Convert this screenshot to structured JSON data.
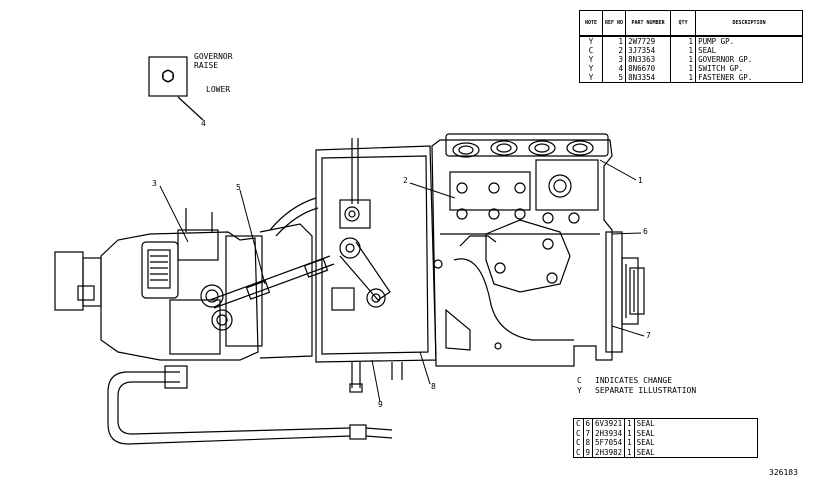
{
  "main_table": {
    "headers": [
      "NOTE",
      "REF NO",
      "PART NUMBER",
      "QTY",
      "DESCRIPTION"
    ],
    "rows": [
      {
        "note": "Y",
        "ref": "1",
        "part": "2W7729",
        "qty": "1",
        "desc": "PUMP GP."
      },
      {
        "note": "C",
        "ref": "2",
        "part": "3J7354",
        "qty": "1",
        "desc": "SEAL"
      },
      {
        "note": "Y",
        "ref": "3",
        "part": "8N3363",
        "qty": "1",
        "desc": "GOVERNOR GP."
      },
      {
        "note": "Y",
        "ref": "4",
        "part": "8N6670",
        "qty": "1",
        "desc": "SWITCH GP."
      },
      {
        "note": "Y",
        "ref": "5",
        "part": "8N3354",
        "qty": "1",
        "desc": "FASTENER GP."
      }
    ]
  },
  "callouts": [
    "1",
    "2",
    "3",
    "4",
    "5",
    "6",
    "7",
    "8",
    "9"
  ],
  "switch_labels": {
    "raise": "GOVERNOR\nRAISE",
    "lower": "LOWER"
  },
  "legend": [
    {
      "code": "C",
      "text": "INDICATES CHANGE"
    },
    {
      "code": "Y",
      "text": "SEPARATE ILLUSTRATION"
    }
  ],
  "seal_table": {
    "rows": [
      {
        "note": "C",
        "ref": "6",
        "part": "6V3921",
        "qty": "1",
        "desc": "SEAL"
      },
      {
        "note": "C",
        "ref": "7",
        "part": "2H3934",
        "qty": "1",
        "desc": "SEAL"
      },
      {
        "note": "C",
        "ref": "8",
        "part": "5F7054",
        "qty": "1",
        "desc": "SEAL"
      },
      {
        "note": "C",
        "ref": "9",
        "part": "2H3982",
        "qty": "1",
        "desc": "SEAL"
      }
    ]
  },
  "drawing_number": "326183"
}
